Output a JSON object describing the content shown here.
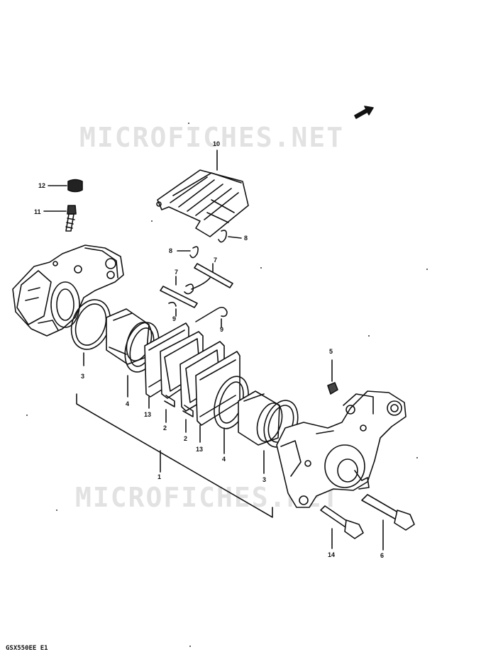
{
  "diagram": {
    "watermark_top": "MICROFICHES.NET",
    "watermark_bottom": "MICROFICHES.NET",
    "footer_code": "GSX550EE E1",
    "callouts": {
      "c1": "1",
      "c2a": "2",
      "c2b": "2",
      "c3a": "3",
      "c3b": "3",
      "c4a": "4",
      "c4b": "4",
      "c5": "5",
      "c6": "6",
      "c7a": "7",
      "c7b": "7",
      "c8a": "8",
      "c8b": "8",
      "c9a": "9",
      "c9b": "9",
      "c10": "10",
      "c11": "11",
      "c12": "12",
      "c13a": "13",
      "c13b": "13",
      "c14": "14"
    }
  }
}
